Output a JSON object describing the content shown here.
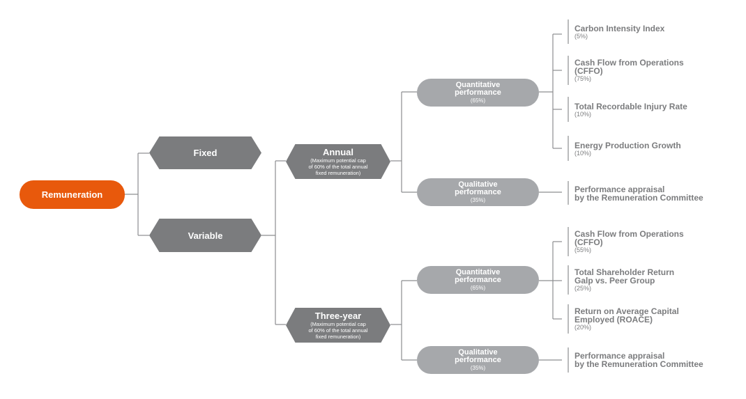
{
  "root": {
    "label": "Remuneration"
  },
  "fixed": {
    "label": "Fixed"
  },
  "variable": {
    "label": "Variable"
  },
  "annual": {
    "label": "Annual",
    "sub": [
      "(Maximum potential cap",
      "of 60% of the total annual",
      "fixed remuneration)"
    ],
    "quantitative": {
      "label": [
        "Quantitative",
        "performance"
      ],
      "pct": "(65%)",
      "metrics": [
        {
          "name": [
            "Carbon Intensity Index"
          ],
          "pct": "(5%)"
        },
        {
          "name": [
            "Cash Flow from Operations",
            "(CFFO)"
          ],
          "pct": "(75%)"
        },
        {
          "name": [
            "Total Recordable Injury Rate"
          ],
          "pct": "(10%)"
        },
        {
          "name": [
            "Energy Production Growth"
          ],
          "pct": "(10%)"
        }
      ]
    },
    "qualitative": {
      "label": [
        "Qualitative",
        "performance"
      ],
      "pct": "(35%)",
      "note": [
        "Performance appraisal",
        "by the Remuneration Committee"
      ]
    }
  },
  "three_year": {
    "label": "Three-year",
    "sub": [
      "(Maximum potential cap",
      "of 60% of the total annual",
      "fixed remuneration)"
    ],
    "quantitative": {
      "label": [
        "Quantitative",
        "performance"
      ],
      "pct": "(65%)",
      "metrics": [
        {
          "name": [
            "Cash Flow from Operations",
            "(CFFO)"
          ],
          "pct": "(55%)"
        },
        {
          "name": [
            "Total Shareholder Return",
            "Galp vs. Peer Group"
          ],
          "pct": "(25%)"
        },
        {
          "name": [
            "Return on Average Capital",
            "Employed (ROACE)"
          ],
          "pct": "(20%)"
        }
      ]
    },
    "qualitative": {
      "label": [
        "Qualitative",
        "performance"
      ],
      "pct": "(35%)",
      "note": [
        "Performance appraisal",
        "by the Remuneration Committee"
      ]
    }
  }
}
